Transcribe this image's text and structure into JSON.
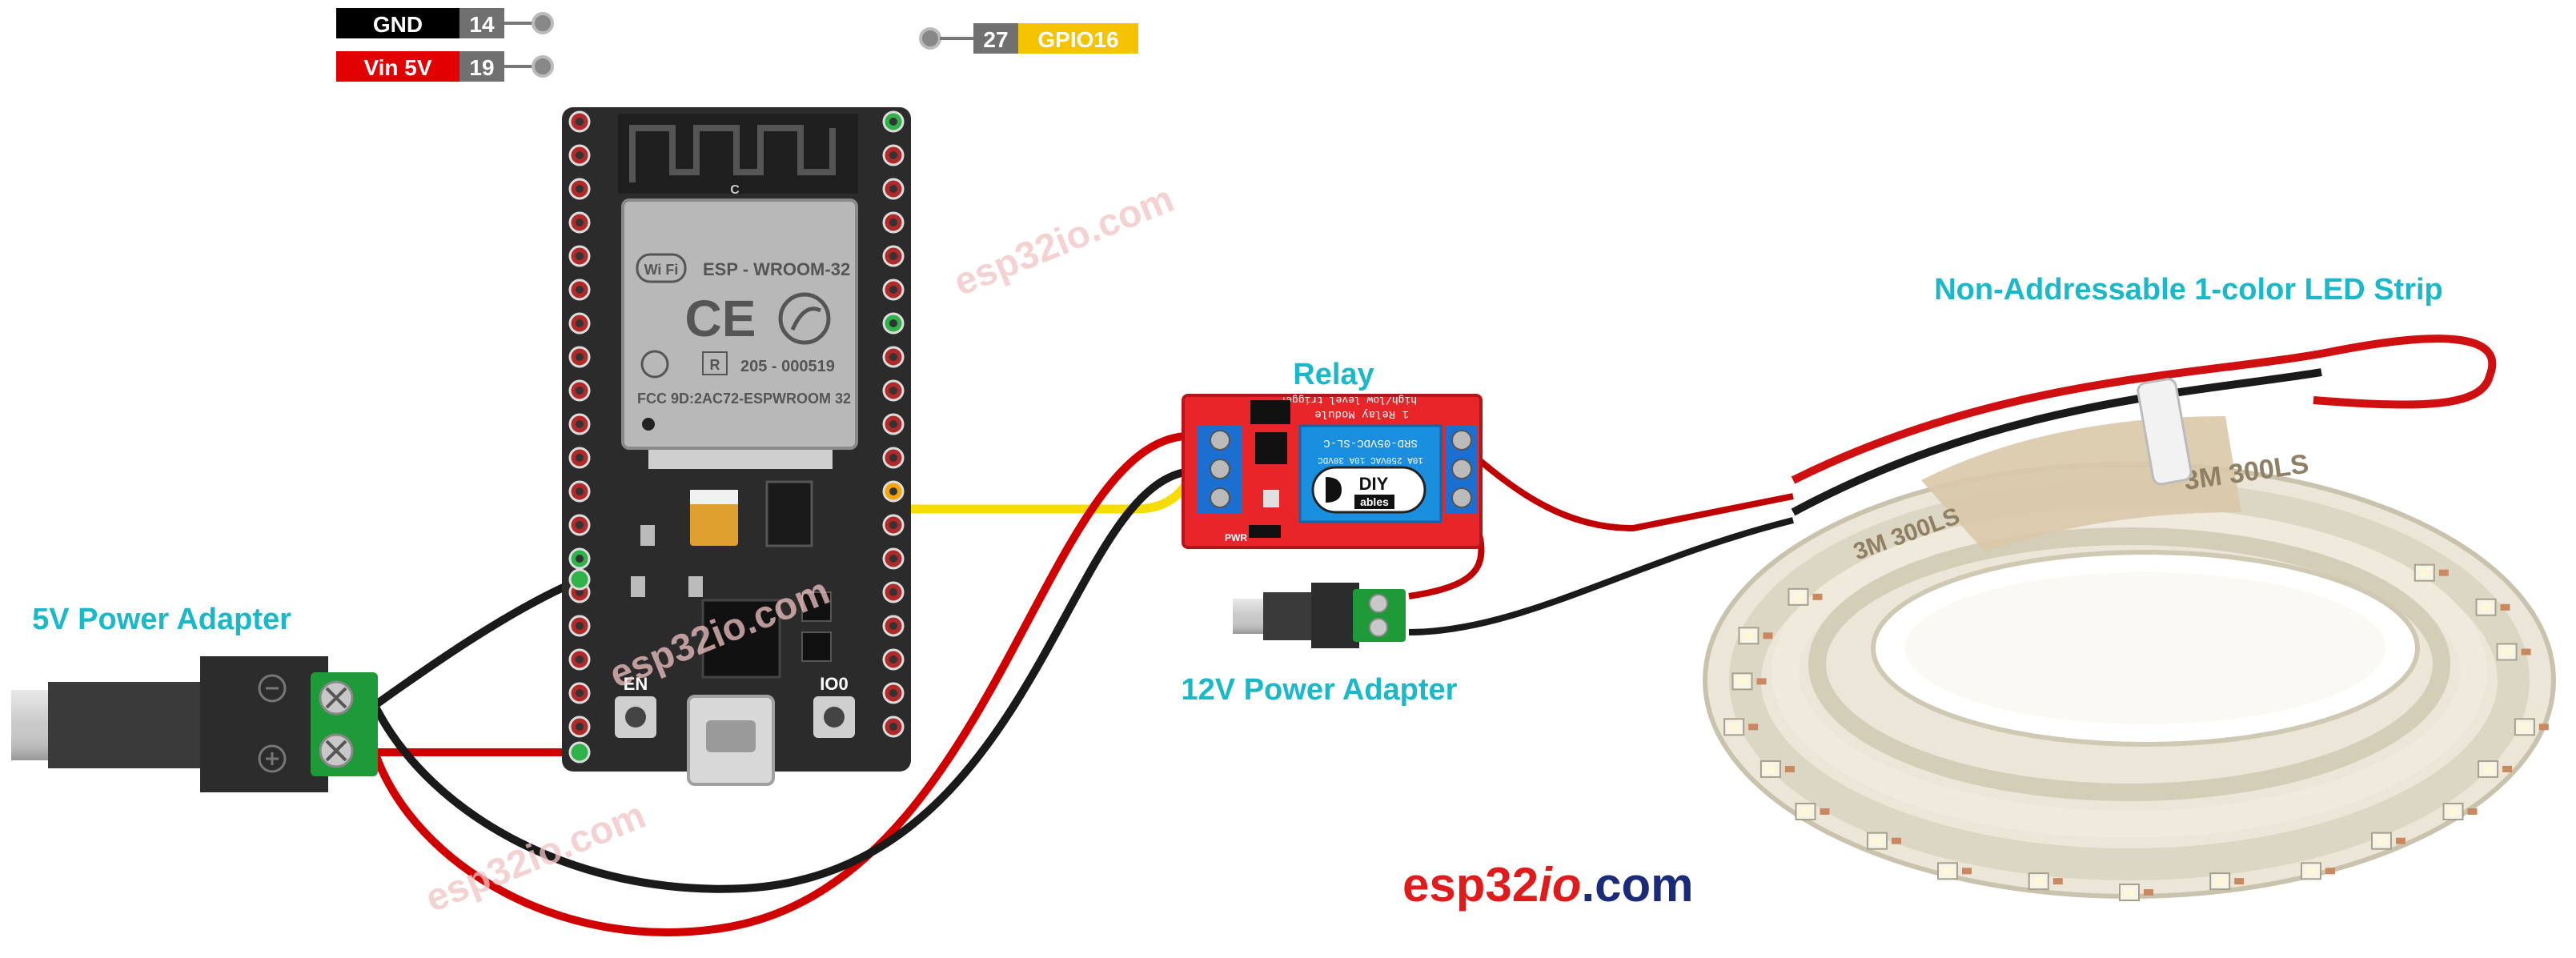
{
  "pins": {
    "gnd": {
      "name": "GND",
      "num": "14"
    },
    "vin": {
      "name": "Vin 5V",
      "num": "19"
    },
    "gpio": {
      "num": "27",
      "name": "GPIO16"
    }
  },
  "labels": {
    "relay": "Relay",
    "led_strip": "Non-Addressable 1-color LED Strip",
    "power_5v": "5V Power Adapter",
    "power_12v": "12V Power Adapter"
  },
  "board": {
    "module": "ESP - WROOM-32",
    "cert": "205 - 000519",
    "fcc": "FCC 9D:2AC72-ESPWROOM 32",
    "wifi": "Wi Fi",
    "ce": "CE",
    "reg": "R",
    "antenna_mark": "C",
    "en": "EN",
    "io0": "IO0"
  },
  "relay_board": {
    "brand_top": "DIY",
    "brand_bottom": "ables",
    "relay_part": "SRD-05VDC-SL-C",
    "relay_rating": "10A 250VAC 10A 30VDC",
    "title": "1 Relay Module",
    "trigger": "high/low level trigger",
    "pwr": "PWR"
  },
  "strip_text": {
    "tape": "3M 300LS"
  },
  "watermark": "esp32io.com",
  "brand": {
    "part1": "esp32",
    "part2": "io",
    "part3": ".com"
  },
  "colors": {
    "teal": "#1ab8c8",
    "gpio_yellow": "#f5c300",
    "vin_red": "#e30000",
    "board_dark": "#2b2b2b",
    "relay_red": "#e8262a",
    "terminal_blue": "#1a6fd0",
    "terminal_green": "#1fa33a",
    "brand_red": "#e01b1b",
    "brand_navy": "#1c2a7a"
  }
}
